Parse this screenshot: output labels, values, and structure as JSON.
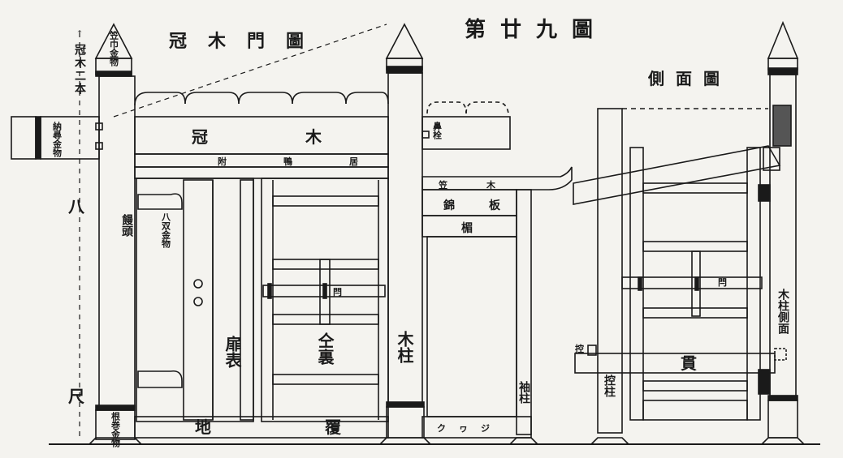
{
  "figure": {
    "number_title": "第廿九圖",
    "front_title": "冠木門圖",
    "side_title": "側面圖"
  },
  "labels": {
    "kasaki_dimension": "冠木二本",
    "hachi": "八",
    "shaku": "尺",
    "top_fitting": "笠巾金物",
    "nouzuke": "納尋金物",
    "manjukashira": "饅頭",
    "hachimonji": "八双金物",
    "root_fitting": "根巻金物",
    "kabuki": "冠木",
    "hanasen": "鼻栓",
    "tsuke_kamoi": "附鴨居",
    "kasagi": "笠木",
    "nishiki_ita": "錦板",
    "mabashira": "楣",
    "tobira_omote": "扉表",
    "tobira_ura": "仝裏",
    "kibashira": "木柱",
    "sodebashira": "袖柱",
    "jifuku": "地覆",
    "kuguri": "クヮジ",
    "kan": "閂",
    "nuki": "貫",
    "kaburagi": "控柱",
    "hikae": "控",
    "side_post": "木柱側面",
    "kan_side": "閂"
  },
  "colors": {
    "ink": "#1a1a1a",
    "paper": "#f4f3ef"
  }
}
